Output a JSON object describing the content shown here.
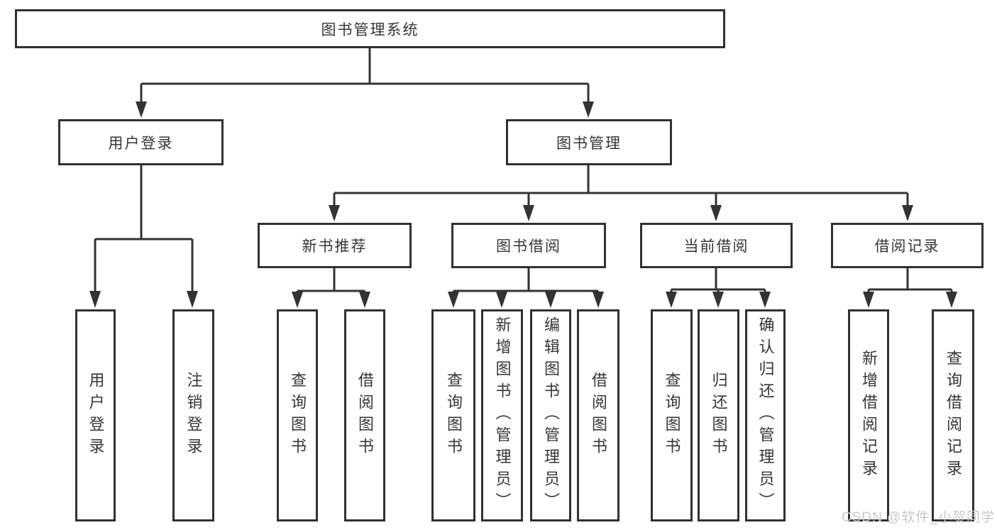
{
  "diagram": {
    "root": {
      "label": "图书管理系统"
    },
    "level2": [
      {
        "label": "用户登录"
      },
      {
        "label": "图书管理"
      }
    ],
    "level3": [
      {
        "label": "新书推荐"
      },
      {
        "label": "图书借阅"
      },
      {
        "label": "当前借阅"
      },
      {
        "label": "借阅记录"
      }
    ],
    "leaves": {
      "user_login": [
        {
          "label": "用户登录"
        },
        {
          "label": "注销登录"
        }
      ],
      "new_books": [
        {
          "label": "查询图书"
        },
        {
          "label": "借阅图书"
        }
      ],
      "book_borrow": [
        {
          "label": "查询图书"
        },
        {
          "label": "新增图书（管理员）"
        },
        {
          "label": "编辑图书（管理员）"
        },
        {
          "label": "借阅图书"
        }
      ],
      "current_borrow": [
        {
          "label": "查询图书"
        },
        {
          "label": "归还图书"
        },
        {
          "label": "确认归还（管理员）"
        }
      ],
      "borrow_records": [
        {
          "label": "新增借阅记录"
        },
        {
          "label": "查询借阅记录"
        }
      ]
    }
  },
  "watermark": "CSDN @软件_小贺同学",
  "colors": {
    "line": "#333333",
    "text": "#363636",
    "background": "#ffffff",
    "watermark": "#c9c9c9"
  }
}
